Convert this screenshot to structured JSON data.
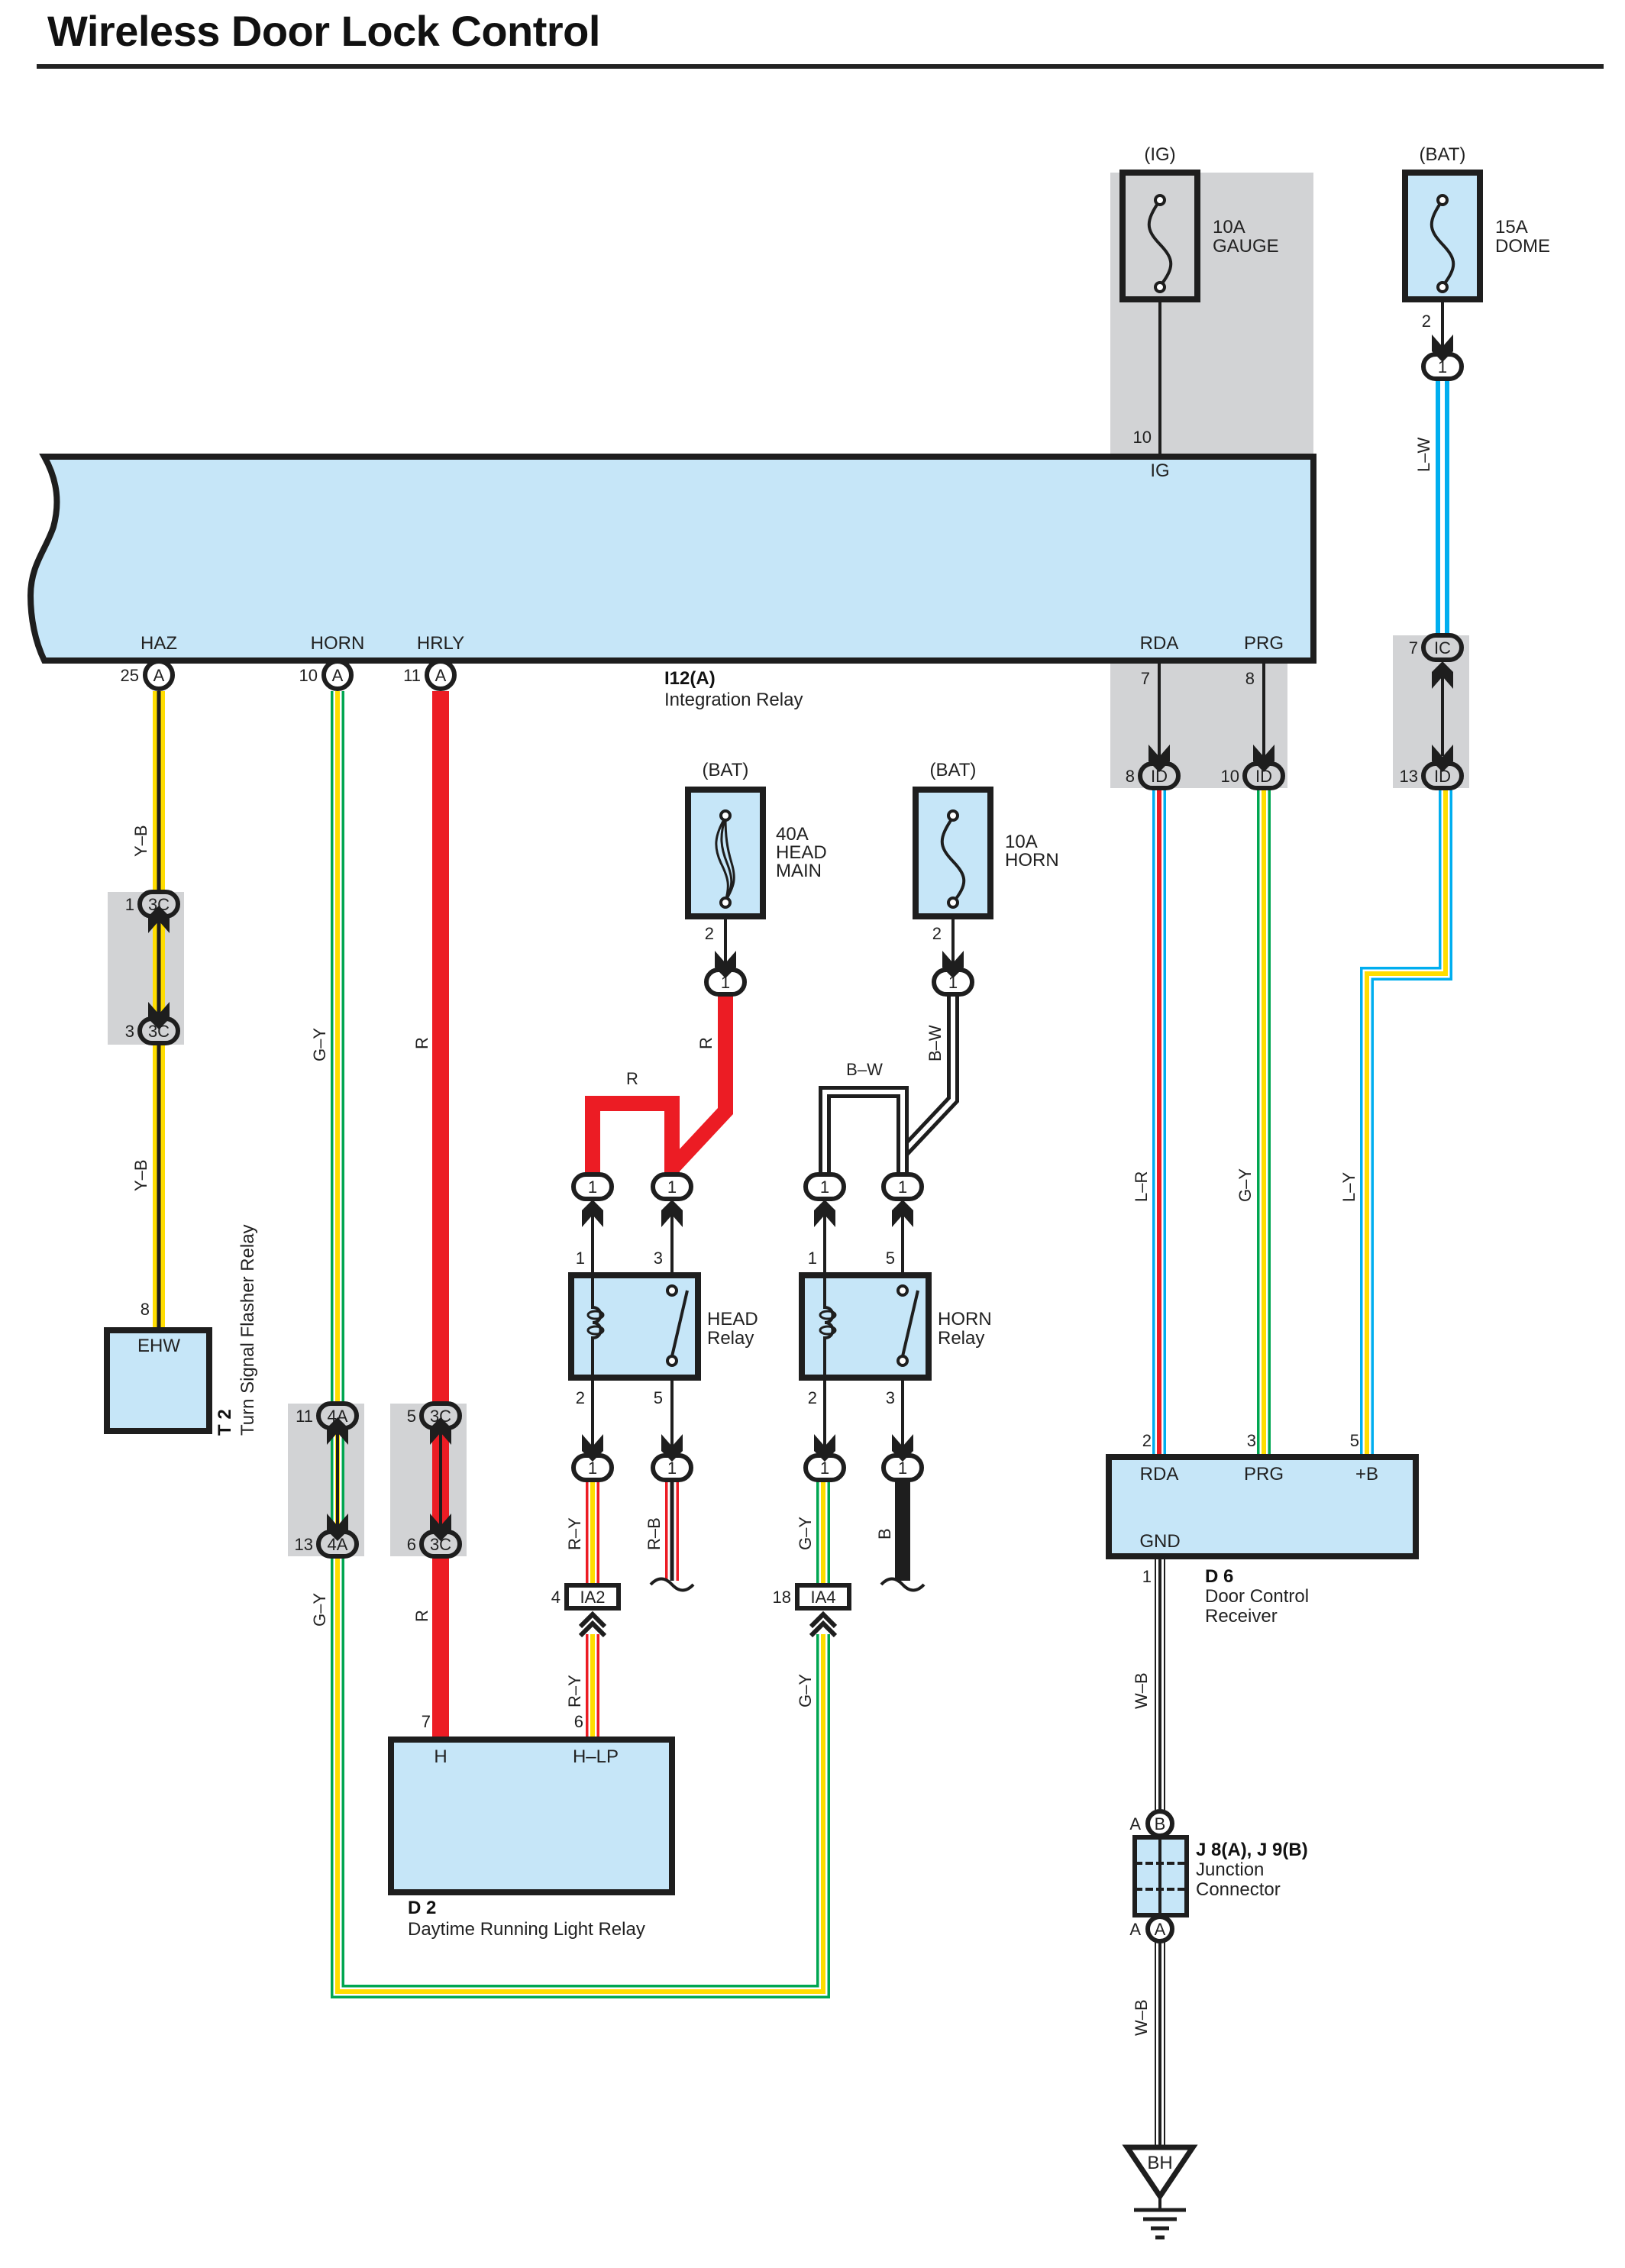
{
  "title": "Wireless Door Lock Control",
  "colors": {
    "component_fill": "#c6e6f8",
    "shade": "#d2d3d5",
    "red": "#ec1c24",
    "yellow": "#ffdd00",
    "green": "#00a651",
    "blue": "#00aeef",
    "black": "#1e1e1e"
  },
  "fuses": [
    {
      "id": "fuse-gauge",
      "source": "(IG)",
      "rating": "10A",
      "name": "GAUGE",
      "out_pin": "10"
    },
    {
      "id": "fuse-dome",
      "source": "(BAT)",
      "rating": "15A",
      "name": "DOME",
      "out_pin": "2"
    },
    {
      "id": "fuse-head-main",
      "source": "(BAT)",
      "rating": "40A",
      "name_line1": "HEAD",
      "name_line2": "MAIN",
      "out_pin": "2"
    },
    {
      "id": "fuse-horn",
      "source": "(BAT)",
      "rating": "10A",
      "name": "HORN",
      "out_pin": "2"
    }
  ],
  "integration_relay": {
    "code": "I12(A)",
    "name": "Integration Relay",
    "terminals": {
      "haz": "HAZ",
      "horn": "HORN",
      "hrly": "HRLY",
      "ig": "IG",
      "rda": "RDA",
      "prg": "PRG"
    },
    "pins": {
      "haz": "25",
      "horn": "10",
      "hrly": "11",
      "ig": "10",
      "rda": "7",
      "prg": "8"
    },
    "connector": "A"
  },
  "connectors": {
    "c3c_1": {
      "pin": "1",
      "code": "3C"
    },
    "c3c_3": {
      "pin": "3",
      "code": "3C"
    },
    "c4a_11": {
      "pin": "11",
      "code": "4A"
    },
    "c4a_13": {
      "pin": "13",
      "code": "4A"
    },
    "c3c_5": {
      "pin": "5",
      "code": "3C"
    },
    "c3c_6": {
      "pin": "6",
      "code": "3C"
    },
    "id_8": {
      "pin": "8",
      "code": "ID"
    },
    "id_10": {
      "pin": "10",
      "code": "ID"
    },
    "ic_7": {
      "pin": "7",
      "code": "IC"
    },
    "id_13": {
      "pin": "13",
      "code": "ID"
    },
    "ia2": {
      "pin": "4",
      "code": "IA2"
    },
    "ia4": {
      "pin": "18",
      "code": "IA4"
    },
    "one": "1"
  },
  "wires": {
    "y_b": "Y–B",
    "g_y": "G–Y",
    "r": "R",
    "r_y": "R–Y",
    "r_b": "R–B",
    "b_w": "B–W",
    "b": "B",
    "l_w": "L–W",
    "l_r": "L–R",
    "l_y": "L–Y",
    "w_b": "W–B"
  },
  "turn_signal_relay": {
    "code": "T 2",
    "name": "Turn Signal Flasher Relay",
    "terminal": "EHW",
    "pin": "8"
  },
  "head_relay": {
    "name_line1": "HEAD",
    "name_line2": "Relay",
    "pins": {
      "p1": "1",
      "p3": "3",
      "p2": "2",
      "p5": "5"
    }
  },
  "horn_relay": {
    "name_line1": "HORN",
    "name_line2": "Relay",
    "pins": {
      "p1": "1",
      "p5": "5",
      "p2": "2",
      "p3": "3"
    }
  },
  "drl_relay": {
    "code": "D 2",
    "name": "Daytime Running Light Relay",
    "terminals": {
      "h": "H",
      "hlp": "H–LP"
    },
    "pins": {
      "h": "7",
      "hlp": "6"
    }
  },
  "door_receiver": {
    "code": "D 6",
    "name_line1": "Door Control",
    "name_line2": "Receiver",
    "terminals": {
      "rda": "RDA",
      "prg": "PRG",
      "b": "+B",
      "gnd": "GND"
    },
    "pins": {
      "rda": "2",
      "prg": "3",
      "b": "5",
      "gnd": "1"
    }
  },
  "junction": {
    "code": "J 8(A), J 9(B)",
    "name_line1": "Junction",
    "name_line2": "Connector",
    "top_pin": "A",
    "top_code": "B",
    "bottom_pin": "A",
    "bottom_code": "A"
  },
  "ground": {
    "code": "BH"
  }
}
